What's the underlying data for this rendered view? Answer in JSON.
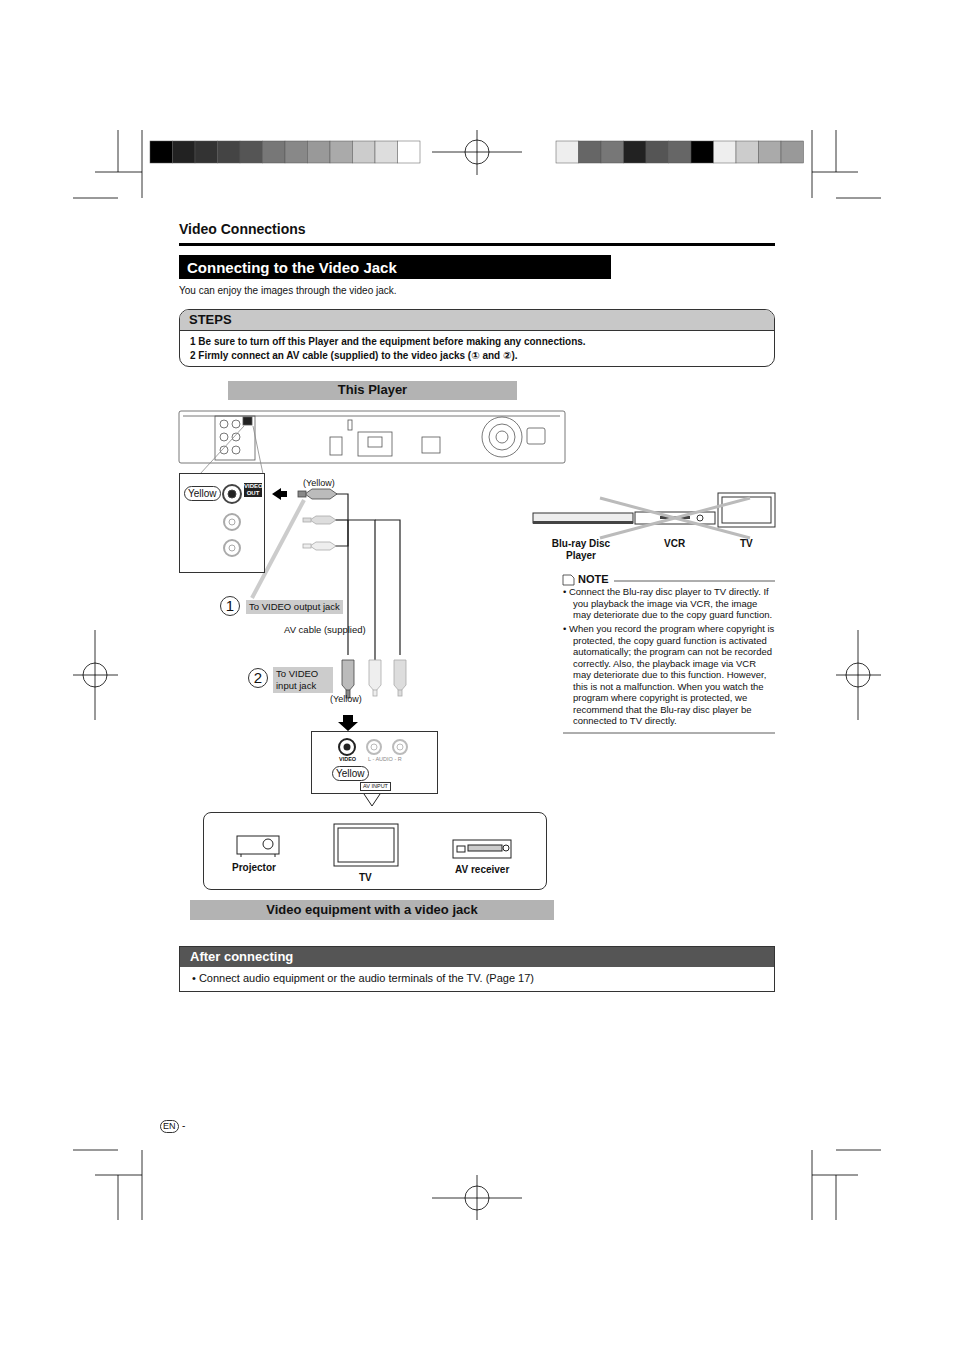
{
  "diagram": {
    "title": "Video Connections",
    "nodes": [
      {
        "text": [
          "Connecting to the Video Jack"
        ]
      },
      {
        "text": [
          "STEPS",
          "1 Be sure to turn off this Player and the equipment before making any connections.",
          "2 Firmly connect an AV cable (supplied) to the video jacks (① and ②)."
        ]
      },
      {
        "text": [
          "This Player"
        ]
      },
      {
        "text": [
          "Yellow",
          "VIDEO OUT"
        ]
      },
      {
        "text": [
          "VIDEO",
          "L - AUDIO - R",
          "Yellow",
          "AV INPUT"
        ]
      },
      {
        "text": [
          "Projector",
          "TV",
          "AV receiver"
        ]
      },
      {
        "text": [
          "Video equipment with a video jack"
        ]
      },
      {
        "text": [
          "After connecting",
          "• Connect audio equipment or the audio terminals of the TV. (Page 17)"
        ]
      }
    ],
    "labels": [
      "You can enjoy the images through the video jack.",
      "(Yellow)",
      "1",
      "To VIDEO output jack",
      "AV cable (supplied)",
      "2",
      "To VIDEO input jack",
      "(Yellow)",
      "Blu-ray Disc Player",
      "VCR",
      "TV",
      "NOTE",
      "• Connect the Blu-ray disc player to TV directly. If you playback the image via VCR, the image may deteriorate due to the copy guard function.",
      "• When you record the program where copyright is protected, the copy guard function is activated automatically; the program can not be recorded correctly. Also, the playback image via VCR may deteriorate due to this function. However, this is not a malfunction. When you watch the program where copyright is protected, we recommend that the Blu-ray disc player be connected to TV directly.",
      "EN",
      "-"
    ]
  }
}
